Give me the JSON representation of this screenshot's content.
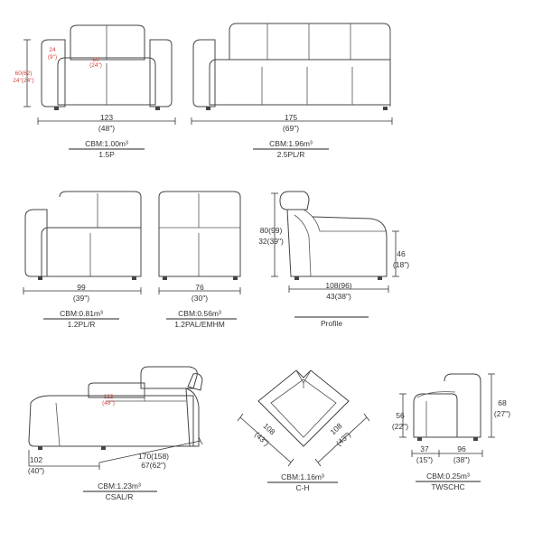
{
  "colors": {
    "line": "#444444",
    "text": "#333333",
    "accent_dim": "#d0443a"
  },
  "items": {
    "p15": {
      "code": "1.5P",
      "cbm": "CBM:1.00m³",
      "width_cm": "123",
      "width_in": "(48\")",
      "height_cm": "60(62)",
      "height_in": "24\"(24\")",
      "arm_cm": "24",
      "arm_in": "(9\")",
      "seat_cm": "60",
      "seat_in": "(24\")"
    },
    "p25": {
      "code": "2.5PL/R",
      "cbm": "CBM:1.96m³",
      "width_cm": "175",
      "width_in": "(69\")"
    },
    "p12": {
      "code": "1.2PL/R",
      "cbm": "CBM:0.81m³",
      "width_cm": "99",
      "width_in": "(39\")"
    },
    "p12a": {
      "code": "1.2PAL/EMHM",
      "cbm": "CBM:0.56m³",
      "width_cm": "76",
      "width_in": "(30\")"
    },
    "profile": {
      "code": "Profile",
      "height_cm": "80(99)",
      "height_in": "32(39\")",
      "seat_h_cm": "46",
      "seat_h_in": "(18\")",
      "depth_cm": "108(96)",
      "depth_in": "43(38\")"
    },
    "csal": {
      "code": "CSAL/R",
      "cbm": "CBM:1.23m³",
      "depth_cm": "102",
      "depth_in": "(40\")",
      "length_cm": "170(158)",
      "length_in": "67(62\")",
      "seat_cm": "122",
      "seat_in": "(48\")"
    },
    "ch": {
      "code": "C-H",
      "cbm": "CBM:1.16m³",
      "left_cm": "108",
      "left_in": "(43\")",
      "right_cm": "108",
      "right_in": "(43\")"
    },
    "twschc": {
      "code": "TWSCHC",
      "cbm": "CBM:0.25m³",
      "height_cm": "68",
      "height_in": "(27\")",
      "seat_h_cm": "56",
      "seat_h_in": "(22\")",
      "arm_cm": "37",
      "arm_in": "(15\")",
      "width_cm": "96",
      "width_in": "(38\")"
    }
  }
}
